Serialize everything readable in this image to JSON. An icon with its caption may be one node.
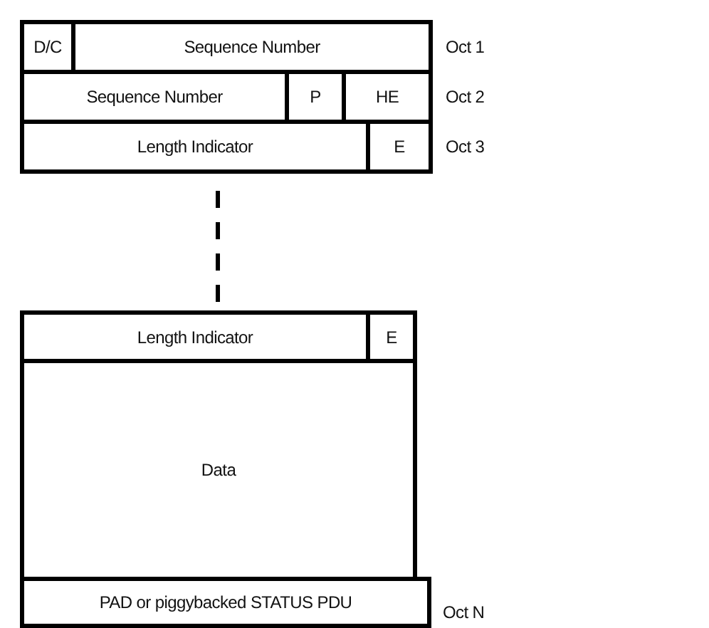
{
  "diagram": {
    "nodes": [
      {
        "text": [
          "D/C"
        ]
      },
      {
        "text": [
          "Sequence Number"
        ]
      },
      {
        "text": [
          "Sequence Number"
        ]
      },
      {
        "text": [
          "P"
        ]
      },
      {
        "text": [
          "HE"
        ]
      },
      {
        "text": [
          "Length Indicator"
        ]
      },
      {
        "text": [
          "E"
        ]
      },
      {
        "text": [
          "Length Indicator"
        ]
      },
      {
        "text": [
          "E"
        ]
      },
      {
        "text": [
          "Data"
        ]
      },
      {
        "text": [
          "PAD or piggybacked STATUS PDU"
        ]
      }
    ],
    "edges": [],
    "labels": [
      "Oct 1",
      "Oct 2",
      "Oct 3",
      "Oct N"
    ]
  }
}
